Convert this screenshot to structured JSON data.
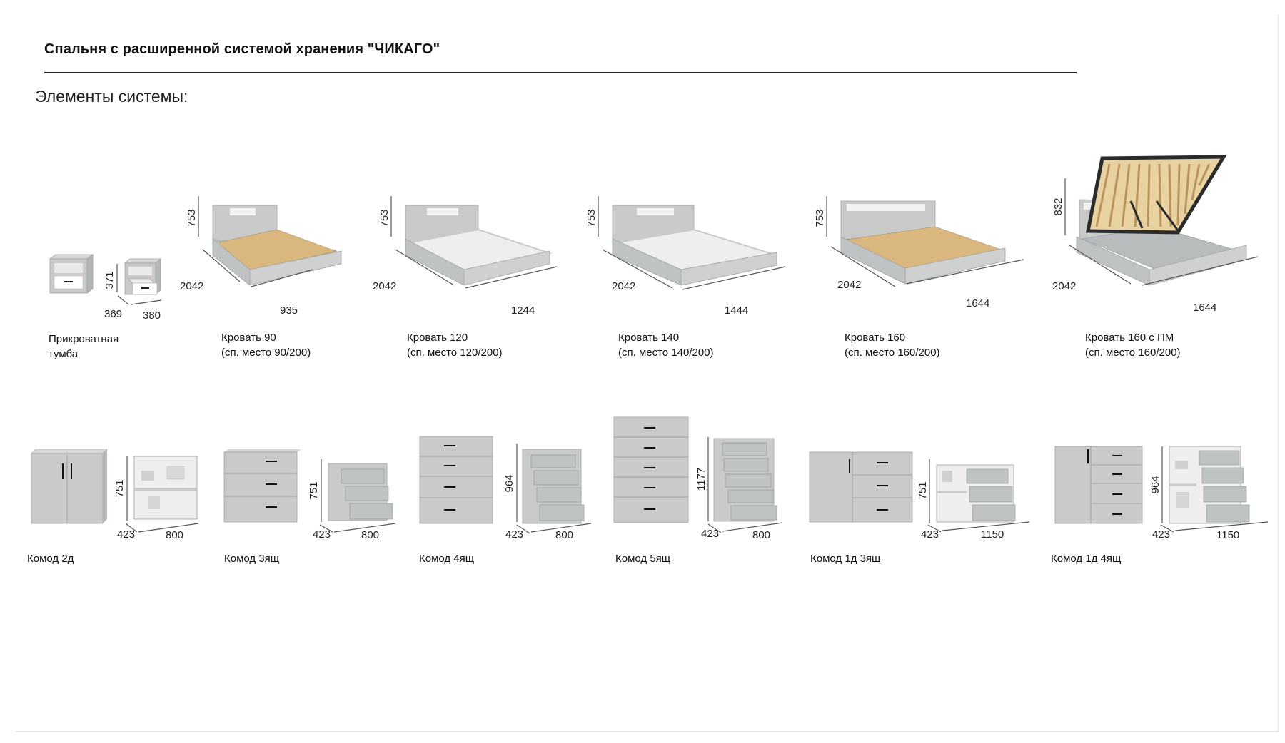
{
  "header": {
    "title": "Спальня с расширенной системой хранения \"ЧИКАГО\"",
    "section": "Элементы системы:"
  },
  "products": [
    {
      "name": [
        "Прикроватная",
        "тумба"
      ],
      "dims": {
        "height": "371",
        "depth": "369",
        "width": "380"
      }
    },
    {
      "name": [
        "Кровать 90",
        "(сп. место 90/200)"
      ],
      "dims": {
        "height": "753",
        "depth": "2042",
        "width": "935"
      }
    },
    {
      "name": [
        "Кровать 120",
        "(сп. место 120/200)"
      ],
      "dims": {
        "height": "753",
        "depth": "2042",
        "width": "1244"
      }
    },
    {
      "name": [
        "Кровать 140",
        "(сп. место 140/200)"
      ],
      "dims": {
        "height": "753",
        "depth": "2042",
        "width": "1444"
      }
    },
    {
      "name": [
        "Кровать 160",
        "(сп. место 160/200)"
      ],
      "dims": {
        "height": "753",
        "depth": "2042",
        "width": "1644"
      }
    },
    {
      "name": [
        "Кровать 160 с ПМ",
        "(сп. место 160/200)"
      ],
      "dims": {
        "height": "832",
        "depth": "2042",
        "width": "1644"
      }
    },
    {
      "name": [
        "Комод 2д"
      ],
      "dims": {
        "height": "751",
        "depth": "423",
        "width": "800"
      }
    },
    {
      "name": [
        "Комод 3ящ"
      ],
      "dims": {
        "height": "751",
        "depth": "423",
        "width": "800"
      }
    },
    {
      "name": [
        "Комод 4ящ"
      ],
      "dims": {
        "height": "964",
        "depth": "423",
        "width": "800"
      }
    },
    {
      "name": [
        "Комод 5ящ"
      ],
      "dims": {
        "height": "1177",
        "depth": "423",
        "width": "800"
      }
    },
    {
      "name": [
        "Комод 1д 3ящ"
      ],
      "dims": {
        "height": "751",
        "depth": "423",
        "width": "1150"
      }
    },
    {
      "name": [
        "Комод 1д 4ящ"
      ],
      "dims": {
        "height": "964",
        "depth": "423",
        "width": "1150"
      }
    }
  ],
  "colors": {
    "concrete": "#c9cbcb",
    "concrete_dark": "#a9adad",
    "white_panel": "#f2f2f2",
    "slats": "#d9b77f",
    "frame": "#2b2b2b"
  }
}
